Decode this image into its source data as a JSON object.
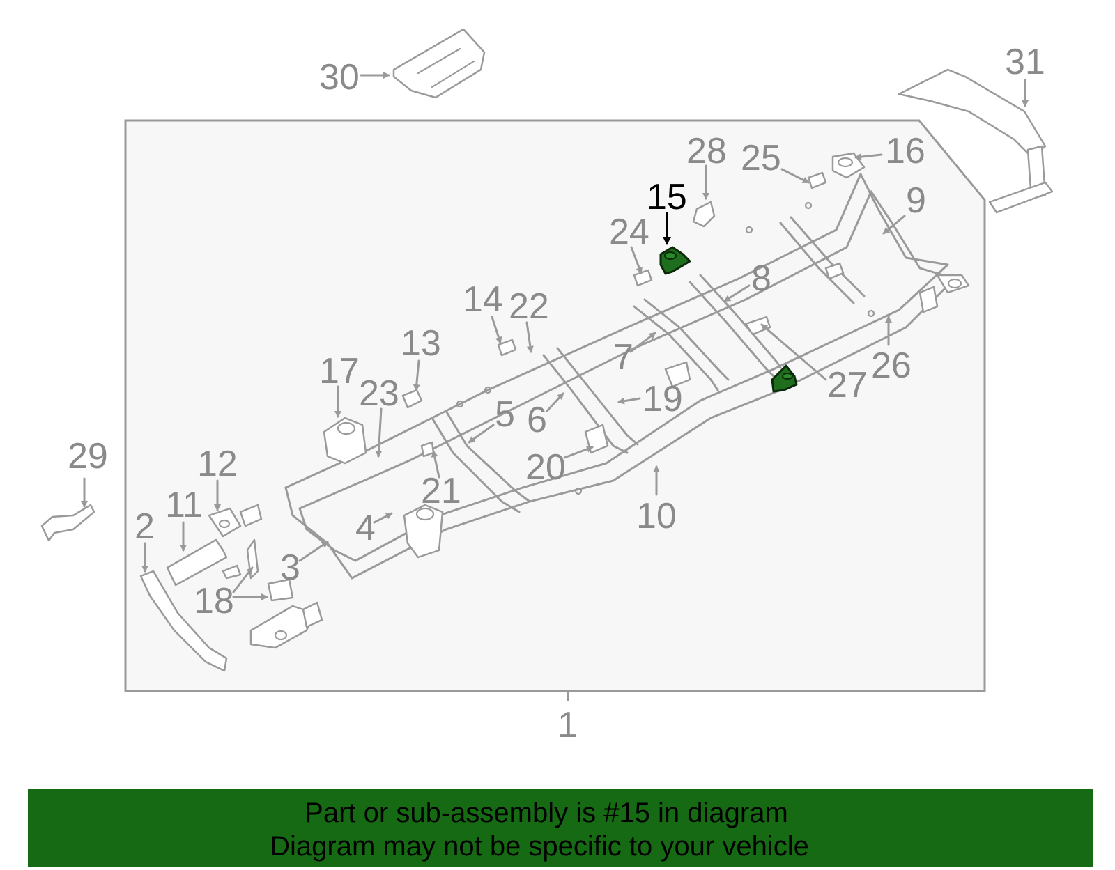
{
  "diagram": {
    "highlighted_part": "15",
    "callouts": [
      "1",
      "2",
      "3",
      "4",
      "5",
      "6",
      "7",
      "8",
      "9",
      "10",
      "11",
      "12",
      "13",
      "14",
      "15",
      "16",
      "17",
      "18",
      "19",
      "20",
      "21",
      "22",
      "23",
      "24",
      "25",
      "26",
      "27",
      "28",
      "29",
      "30",
      "31"
    ],
    "colors": {
      "line": "#9a9a9a",
      "panel": "#f7f7f7",
      "highlight": "#1e6e1e",
      "banner": "#176a14"
    }
  },
  "banner": {
    "line1": "Part or sub-assembly is #15 in diagram",
    "line2": "Diagram may not be specific to your vehicle"
  }
}
